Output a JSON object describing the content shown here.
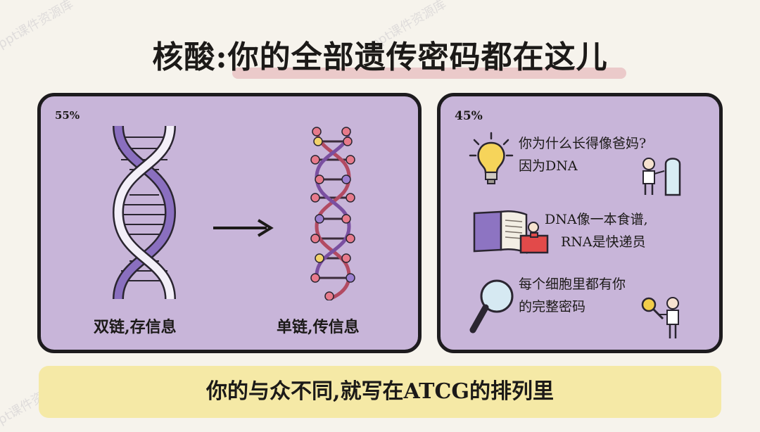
{
  "header": {
    "title": "核酸:你的全部遗传密码都在这儿"
  },
  "left_panel": {
    "percent": "55%",
    "dna_caption": "双链,存信息",
    "rna_caption": "单链,传信息"
  },
  "right_panel": {
    "percent": "45%",
    "item1_line1": "你为什么长得像爸妈?",
    "item1_line2": "因为DNA",
    "item2_line1": "DNA像一本食谱,",
    "item2_line2": "RNA是快递员",
    "item3_line1": "每个细胞里都有你",
    "item3_line2": "的完整密码"
  },
  "footer": {
    "banner": "你的与众不同,就写在ATCG的排列里"
  },
  "watermark": "ppt课件资源库",
  "colors": {
    "panel": "#c8b5d9",
    "highlight": "#e9c2c4",
    "banner": "#f5e9a6",
    "strand": "#8a6fbf"
  }
}
